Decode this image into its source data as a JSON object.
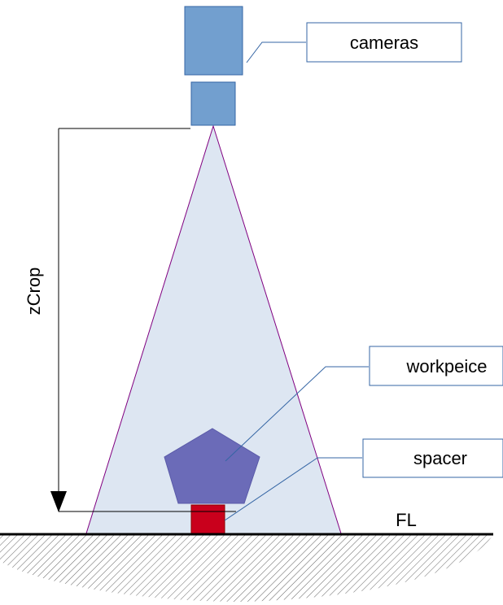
{
  "labels": {
    "cameras": "cameras",
    "workpiece": "workpeice",
    "spacer": "spacer",
    "focal_line": "FL",
    "crop_distance": "zCrop"
  },
  "colors": {
    "camera_fill": "#729fcf",
    "camera_stroke": "#3465a4",
    "cone_fill": "#dde6f2",
    "cone_stroke": "#800080",
    "workpiece_fill": "#6b6bb8",
    "spacer_fill": "#c9001c",
    "leader_line": "#3465a4",
    "label_box_stroke": "#3465a4",
    "ground_hatch": "#555555"
  }
}
